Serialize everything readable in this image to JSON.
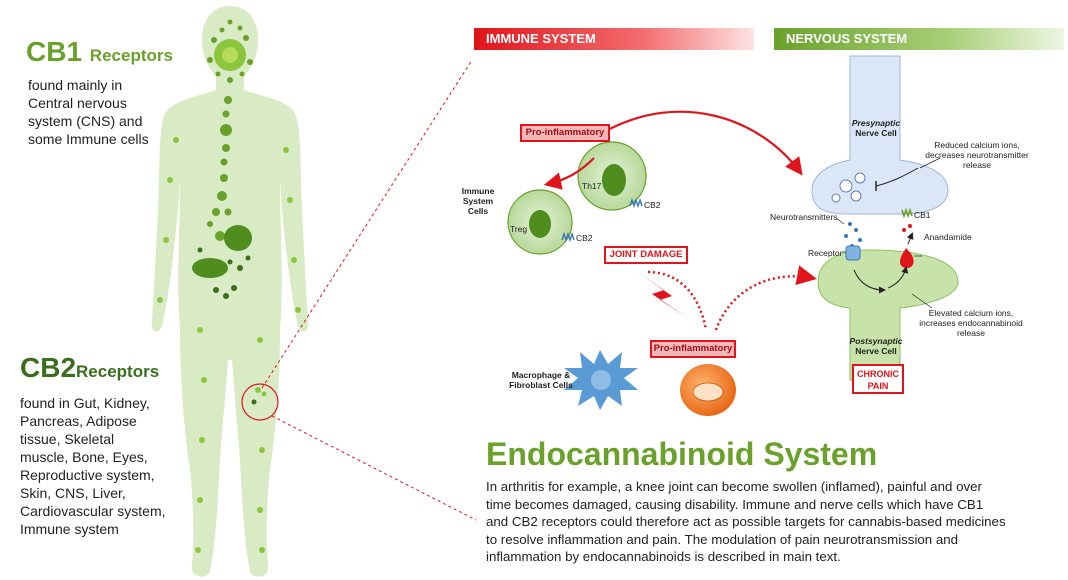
{
  "cb1": {
    "title_big": "CB1",
    "title_small": "Receptors",
    "body": [
      "found mainly in",
      "Central nervous",
      "system (CNS) and",
      "some Immune cells"
    ]
  },
  "cb2": {
    "title_big": "CB2",
    "title_small": "Receptors",
    "body": [
      "found in Gut, Kidney,",
      "Pancreas, Adipose",
      "tissue, Skeletal",
      "muscle, Bone, Eyes,",
      "Reproductive system,",
      "Skin, CNS, Liver,",
      "Cardiovascular system,",
      "Immune system"
    ]
  },
  "immune_banner": "IMMUNE SYSTEM",
  "nervous_banner": "NERVOUS SYSTEM",
  "immune_cells_label": [
    "Immune",
    "System",
    "Cells"
  ],
  "pro_inflammatory_top": "Pro-inflammatory",
  "pro_inflammatory_bottom": "Pro-inflammatory",
  "joint_damage": "JOINT DAMAGE",
  "th17": "Th17",
  "treg": "Treg",
  "cb2_label_a": "CB2",
  "cb2_label_b": "CB2",
  "macrophage_label": [
    "Macrophage &",
    "Fibroblast Cells"
  ],
  "presynaptic": {
    "italic": "Presynaptic",
    "rest": "Nerve Cell"
  },
  "postsynaptic": {
    "italic": "Postsynaptic",
    "rest": "Nerve Cell"
  },
  "reduced_calcium": [
    "Reduced calcium ions,",
    "decreases neurotransmitter",
    "release"
  ],
  "elevated_calcium": [
    "Elevated calcium ions,",
    "increases endocannabinoid",
    "release"
  ],
  "neurotransmitters": "Neurotransmitters",
  "receptor": "Receptor",
  "cb1_label": "CB1",
  "anandamide": "Anandamide",
  "chronic_pain": [
    "CHRONIC",
    "PAIN"
  ],
  "ecs": {
    "title": "Endocannabinoid System",
    "lines": [
      "In arthritis for example, a knee joint can become swollen (inflamed), painful and over",
      "time becomes damaged, causing disability. Immune and nerve cells which have CB1",
      "and CB2 receptors could therefore act as possible targets for cannabis-based medicines",
      "to resolve inflammation and pain. The modulation of pain neurotransmission and",
      "inflammation by endocannabinoids is described in main text."
    ]
  },
  "colors": {
    "green_title": "#6aa12b",
    "dark_green": "#3a6e1c",
    "red": "#e0141b",
    "body_green": "#d8ebc4",
    "nerve_blue": "#dbe6f6",
    "post_green": "#c7e3a9",
    "orange": "#f07d2a",
    "blue_macro": "#5b9bd5"
  }
}
